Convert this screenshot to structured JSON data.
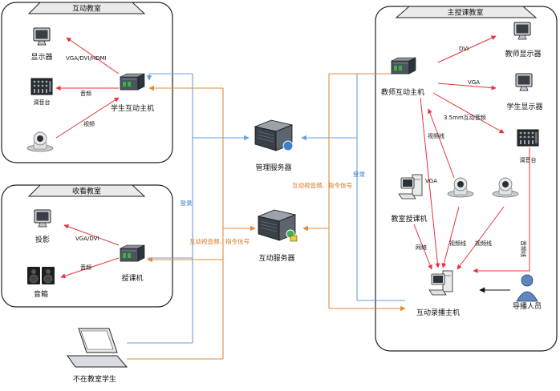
{
  "rooms": {
    "interactive": {
      "title": "互动教室"
    },
    "watch": {
      "title": "收看教室"
    },
    "main": {
      "title": "主授课教室"
    }
  },
  "devices": {
    "display": "显示器",
    "mixer_left": "调音台",
    "student_host": "学生互动主机",
    "projector": "投影",
    "speaker": "音箱",
    "teaching_host": "授课机",
    "mgmt_server": "管理服务器",
    "interactive_server": "互动服务器",
    "remote_student": "不在教室学生",
    "teacher_host": "教师互动主机",
    "teacher_display": "教师显示器",
    "student_display": "学生显示器",
    "mixer_right": "调音台",
    "classroom_pc": "教室授课机",
    "recording_host": "互动录播主机",
    "director": "导播人员"
  },
  "links": {
    "vga_dvi_hdmi": "VGA/DVI/HDMI",
    "audio1": "音频",
    "video1": "视频",
    "vga_dvi": "VGA/DVI",
    "audio2": "音频",
    "dvi": "DVI",
    "vga1": "VGA",
    "audio35": "3.5mm互动音频",
    "video_line1": "视频线",
    "vga2": "VGA",
    "network": "网络",
    "video_line2": "视频线",
    "video_line3": "视频线",
    "audio_line": "音频线",
    "login_left": "登录",
    "login_right": "登录",
    "av_cmd_left": "互动视音频、指令信号",
    "av_cmd_right": "互动视音频、指令信号"
  },
  "colors": {
    "red": "#e8303a",
    "blue": "#6b9fd8",
    "orange": "#e88a3a"
  }
}
